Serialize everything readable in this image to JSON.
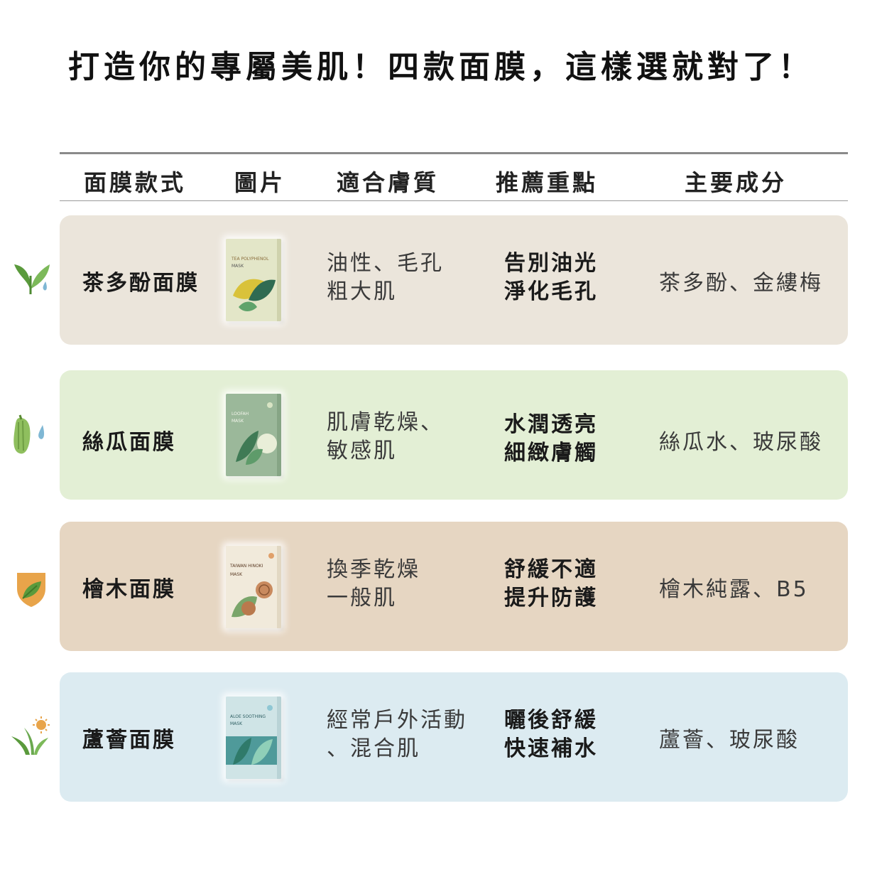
{
  "title": "打造你的專屬美肌！四款面膜，這樣選就對了！",
  "headers": {
    "style": "面膜款式",
    "image": "圖片",
    "skin": "適合膚質",
    "point": "推薦重點",
    "ingredients": "主要成分"
  },
  "rows": [
    {
      "name": "茶多酚面膜",
      "icon": "tea-leaf-icon",
      "skin_line1": "油性、毛孔",
      "skin_line2": "粗大肌",
      "point_line1": "告別油光",
      "point_line2": "淨化毛孔",
      "ingredients": "茶多酚、金縷梅",
      "package_text": "TEA POLYPHENOL",
      "package_sub": "MASK",
      "bg": "#ebe5db"
    },
    {
      "name": "絲瓜面膜",
      "icon": "loofah-icon",
      "skin_line1": "肌膚乾燥、",
      "skin_line2": "敏感肌",
      "point_line1": "水潤透亮",
      "point_line2": "細緻膚觸",
      "ingredients": "絲瓜水、玻尿酸",
      "package_text": "LOOFAH",
      "package_sub": "MASK",
      "bg": "#e3efd5"
    },
    {
      "name": "檜木面膜",
      "icon": "shield-leaf-icon",
      "skin_line1": "換季乾燥",
      "skin_line2": "一般肌",
      "point_line1": "舒緩不適",
      "point_line2": "提升防護",
      "ingredients": "檜木純露、B5",
      "package_text": "TAIWAN HINOKI",
      "package_sub": "MASK",
      "bg": "#e6d6c2"
    },
    {
      "name": "蘆薈面膜",
      "icon": "aloe-sun-icon",
      "skin_line1": "經常戶外活動",
      "skin_line2": "、混合肌",
      "point_line1": "曬後舒緩",
      "point_line2": "快速補水",
      "ingredients": "蘆薈、玻尿酸",
      "package_text": "ALOE SOOTHING",
      "package_sub": "MASK",
      "bg": "#dcebf1"
    }
  ],
  "colors": {
    "accent_green": "#6aa84f",
    "accent_blue": "#7fb7d4",
    "accent_orange": "#e8a44a"
  }
}
